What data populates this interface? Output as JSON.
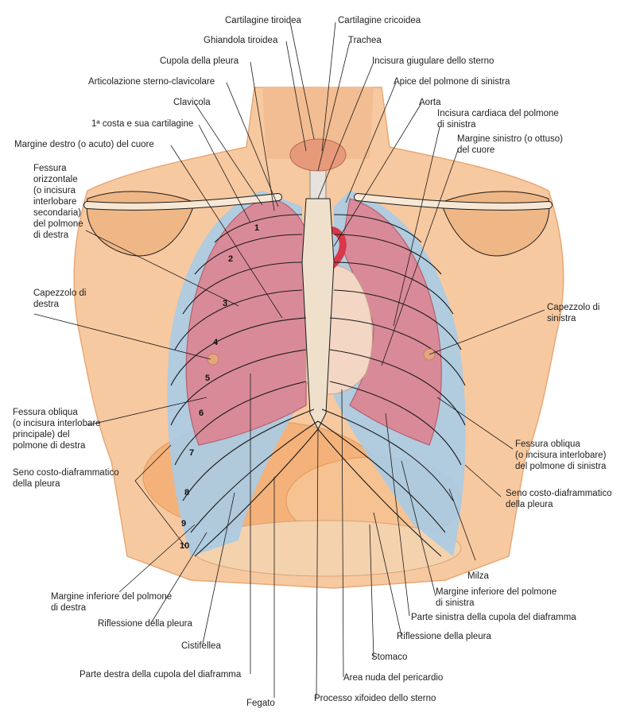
{
  "top_labels": [
    {
      "id": "cartilagine-tiroidea",
      "text": "Cartilagine tiroidea"
    },
    {
      "id": "cartilagine-cricoidea",
      "text": "Cartilagine cricoidea"
    },
    {
      "id": "ghiandola-tiroidea",
      "text": "Ghiandola tiroidea"
    },
    {
      "id": "trachea",
      "text": "Trachea"
    }
  ],
  "left_labels": [
    {
      "id": "cupola-pleura",
      "lines": [
        "Cupola della pleura"
      ]
    },
    {
      "id": "articolazione",
      "lines": [
        "Articolazione sterno-clavicolare"
      ]
    },
    {
      "id": "clavicola",
      "lines": [
        "Clavicola"
      ]
    },
    {
      "id": "prima-costa",
      "lines": [
        "1ª costa e sua cartilagine"
      ]
    },
    {
      "id": "margine-destro",
      "lines": [
        "Margine destro (o acuto) del cuore"
      ]
    },
    {
      "id": "fessura-orizzontale",
      "lines": [
        "Fessura",
        "orizzontale",
        "(o incisura",
        "interlobare",
        "secondaria)",
        "del polmone",
        "di destra"
      ]
    },
    {
      "id": "capezzolo-destra",
      "lines": [
        "Capezzolo di",
        "destra"
      ]
    },
    {
      "id": "fessura-obliqua-destra",
      "lines": [
        "Fessura obliqua",
        "(o incisura interlobare",
        "principale) del",
        "polmone di destra"
      ]
    },
    {
      "id": "seno-destra",
      "lines": [
        "Seno costo-diaframmatico",
        "della pleura"
      ]
    },
    {
      "id": "margine-inferiore-destra",
      "lines": [
        "Margine inferiore del polmone",
        "di destra"
      ]
    },
    {
      "id": "riflessione-destra",
      "lines": [
        "Riflessione della pleura"
      ]
    },
    {
      "id": "cistifellea",
      "lines": [
        "Cistifellea"
      ]
    },
    {
      "id": "cupola-diaframma-destra",
      "lines": [
        "Parte destra della cupola del diaframma"
      ]
    },
    {
      "id": "fegato",
      "lines": [
        "Fegato"
      ]
    }
  ],
  "right_labels": [
    {
      "id": "incisura-giugulare",
      "lines": [
        "Incisura giugulare dello sterno"
      ]
    },
    {
      "id": "apice-polmone",
      "lines": [
        "Apice del polmone di sinistra"
      ]
    },
    {
      "id": "aorta",
      "lines": [
        "Aorta"
      ]
    },
    {
      "id": "incisura-cardiaca",
      "lines": [
        "Incisura cardiaca del polmone",
        "di sinistra"
      ]
    },
    {
      "id": "margine-sinistro",
      "lines": [
        "Margine sinistro (o ottuso)",
        "del cuore"
      ]
    },
    {
      "id": "capezzolo-sinistra",
      "lines": [
        "Capezzolo di",
        "sinistra"
      ]
    },
    {
      "id": "fessura-obliqua-sinistra",
      "lines": [
        "Fessura obliqua",
        "(o incisura interlobare)",
        "del polmone di sinistra"
      ]
    },
    {
      "id": "seno-sinistra",
      "lines": [
        "Seno costo-diaframmatico",
        "della pleura"
      ]
    },
    {
      "id": "milza",
      "lines": [
        "Milza"
      ]
    },
    {
      "id": "margine-inferiore-sinistra",
      "lines": [
        "Margine inferiore del polmone",
        "di sinistra"
      ]
    },
    {
      "id": "cupola-diaframma-sinistra",
      "lines": [
        "Parte sinistra della cupola del diaframma"
      ]
    },
    {
      "id": "riflessione-sinistra",
      "lines": [
        "Riflessione della pleura"
      ]
    },
    {
      "id": "stomaco",
      "lines": [
        "Stomaco"
      ]
    },
    {
      "id": "area-nuda",
      "lines": [
        "Area nuda del pericardio"
      ]
    },
    {
      "id": "processo-xifoideo",
      "lines": [
        "Processo xifoideo dello sterno"
      ]
    }
  ],
  "rib_numbers": [
    "1",
    "2",
    "3",
    "4",
    "5",
    "6",
    "7",
    "8",
    "9",
    "10"
  ],
  "colors": {
    "skin": "#f7c9a0",
    "skin_dark": "#efb080",
    "lung": "#d98a98",
    "lung_dark": "#c86f80",
    "pleura": "#a9cbe6",
    "heart": "#f3d6c4",
    "thyroid": "#e79a7a",
    "aorta": "#d8384a",
    "liver": "#f4b27a",
    "rib_line": "#1a1a1a"
  }
}
